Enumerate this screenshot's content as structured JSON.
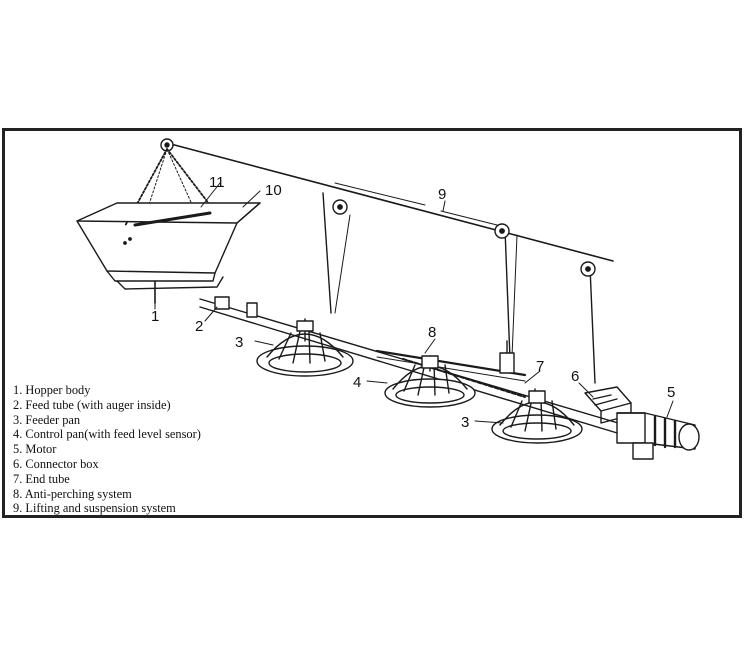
{
  "diagram": {
    "callouts": {
      "c1": "1",
      "c2": "2",
      "c3a": "3",
      "c3b": "3",
      "c4": "4",
      "c5": "5",
      "c6": "6",
      "c7": "7",
      "c8": "8",
      "c9": "9",
      "c10": "10",
      "c11": "11"
    },
    "legend": [
      "1. Hopper body",
      "2. Feed tube (with auger inside)",
      "3. Feeder pan",
      "4. Control pan(with feed level sensor)",
      "5. Motor",
      "6. Connector box",
      "7. End tube",
      "8. Anti-perching system",
      "9. Lifting and suspension system"
    ]
  }
}
